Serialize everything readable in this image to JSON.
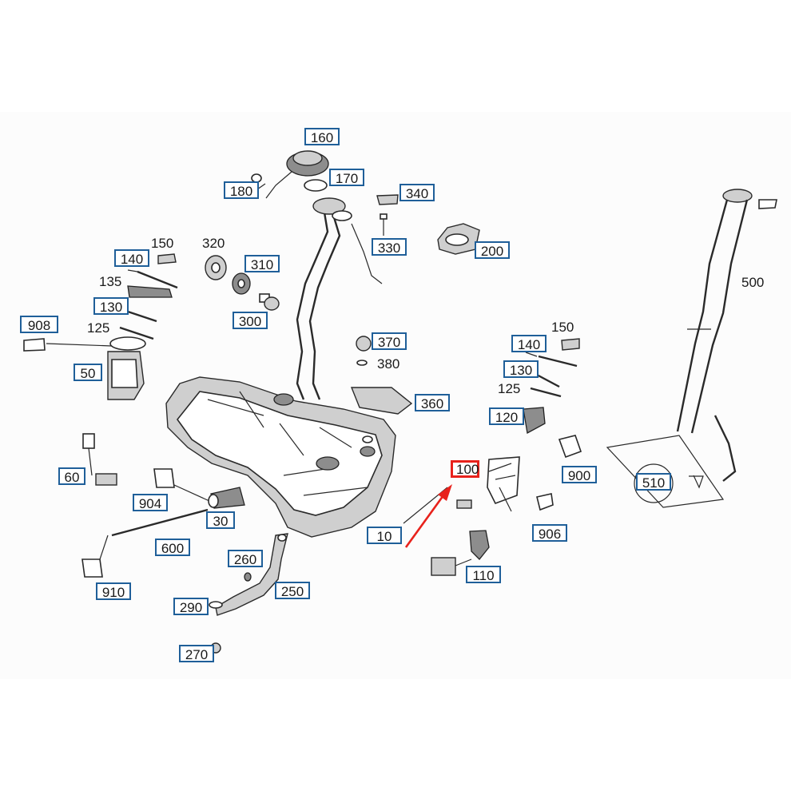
{
  "colors": {
    "callout_border": "#1f5f99",
    "selected_border": "#e8221c",
    "arrow": "#e8221c"
  },
  "selected_part": "100",
  "callouts": {
    "c160": "160",
    "c170": "170",
    "c180": "180",
    "c340": "340",
    "c330": "330",
    "c200": "200",
    "c310": "310",
    "c300": "300",
    "c140a": "140",
    "c130a": "130",
    "c908": "908",
    "c50": "50",
    "c370": "370",
    "c360": "360",
    "c140b": "140",
    "c130b": "130",
    "c120": "120",
    "c900": "900",
    "c100": "100",
    "c906": "906",
    "c510": "510",
    "c60": "60",
    "c904": "904",
    "c30": "30",
    "c10": "10",
    "c600": "600",
    "c910": "910",
    "c260": "260",
    "c250": "250",
    "c290": "290",
    "c270": "270",
    "c110": "110"
  },
  "labels": {
    "l150a": "150",
    "l135": "135",
    "l125a": "125",
    "l320": "320",
    "l380": "380",
    "l150b": "150",
    "l125b": "125",
    "l500": "500"
  }
}
